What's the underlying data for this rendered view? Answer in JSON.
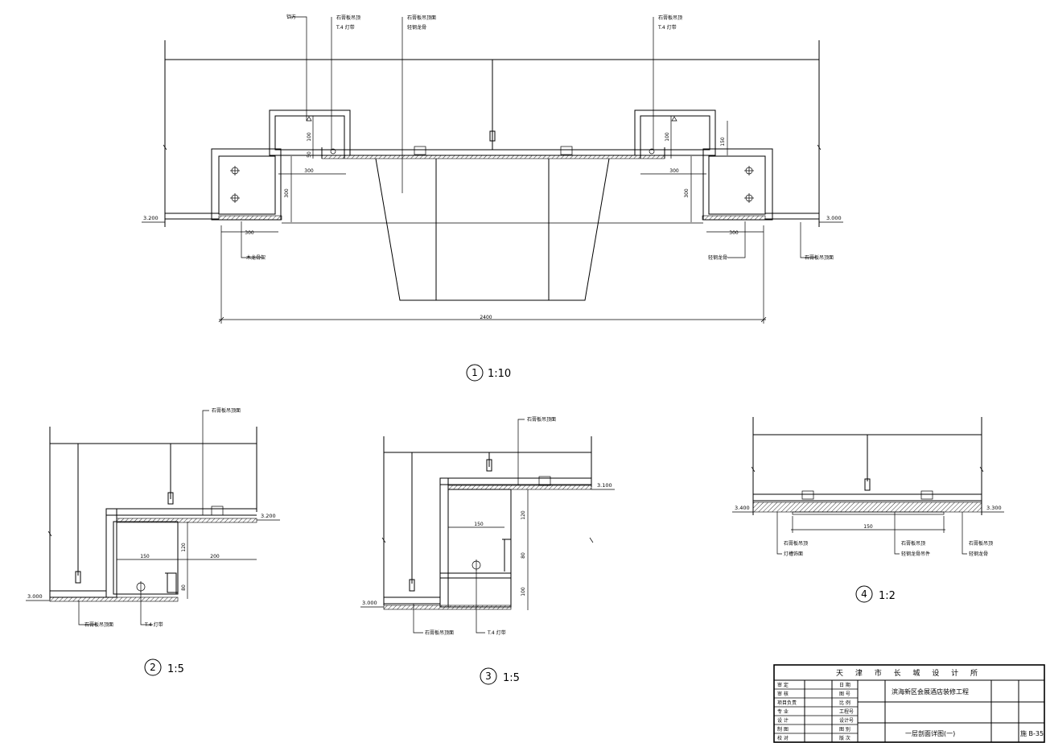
{
  "detail1": {
    "number": "1",
    "scale": "1:10",
    "labels": {
      "top_a": "铝方",
      "top_b": "石膏板吊顶",
      "top_c": "T.4 灯带",
      "top_d": "石膏板吊顶面",
      "top_e": "轻钢龙骨",
      "top_f": "石膏板吊顶",
      "top_g": "T.4 灯带",
      "bot_left": "木龙骨架",
      "bot_right": "轻钢龙骨",
      "bot_far_right": "石膏板吊顶面"
    },
    "dims": {
      "w300_a": "300",
      "w300_b": "300",
      "w300_c": "300",
      "w300_d": "300",
      "h300_a": "300",
      "h300_b": "300",
      "h100_a": "100",
      "h100_b": "100",
      "h50": "50",
      "h150": "150",
      "total": "2400"
    },
    "levels": {
      "left": "3.200",
      "right": "3.000"
    }
  },
  "detail2": {
    "number": "2",
    "scale": "1:5",
    "labels": {
      "top": "石膏板吊顶面",
      "bot_a": "石膏板吊顶面",
      "bot_b": "T.4 灯带"
    },
    "dims": {
      "w150": "150",
      "w200": "200",
      "h120": "120",
      "h80": "80"
    },
    "levels": {
      "right": "3.200",
      "left": "3.000"
    }
  },
  "detail3": {
    "number": "3",
    "scale": "1:5",
    "labels": {
      "top": "石膏板吊顶面",
      "bot_a": "石膏板吊顶面",
      "bot_b": "T.4 灯带"
    },
    "dims": {
      "w150": "150",
      "h120": "120",
      "h80": "80",
      "h100": "100"
    },
    "levels": {
      "right": "3.100",
      "left": "3.000"
    }
  },
  "detail4": {
    "number": "4",
    "scale": "1:2",
    "labels": {
      "a1": "石膏板吊顶",
      "a2": "灯槽饰面",
      "b1": "石膏板吊顶",
      "b2": "轻钢龙骨吊件",
      "c1": "石膏板吊顶",
      "c2": "轻钢龙骨"
    },
    "dims": {
      "w150": "150"
    },
    "levels": {
      "left": "3.400",
      "right": "3.300"
    }
  },
  "title_block": {
    "org": "天 津 市 长 城 设 计 所",
    "project": "滨海新区会展酒店装修工程",
    "drawing_title": "一层剖面详图(一)",
    "sheet_no": "施 B-35",
    "rows": [
      "审 定",
      "审 核",
      "项目负责",
      "专 业",
      "设 计",
      "制 图",
      "校 对"
    ],
    "cells": [
      "日 期",
      "图 号",
      "比 例",
      "工程号",
      "设计号",
      "图 别",
      "版 次"
    ]
  }
}
